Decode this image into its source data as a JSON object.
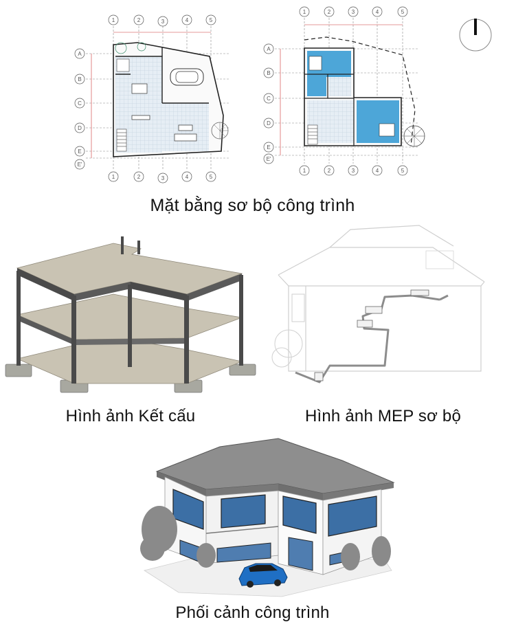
{
  "captions": {
    "floor_plan": "Mặt bằng sơ bộ công trình",
    "structure": "Hình ảnh Kết cấu",
    "mep": "Hình ảnh MEP sơ bộ",
    "perspective": "Phối cảnh công trình"
  },
  "grid": {
    "columns": [
      "1",
      "2",
      "3",
      "4",
      "5"
    ],
    "rows": [
      "A",
      "B",
      "C",
      "D",
      "E",
      "E'"
    ]
  },
  "colors": {
    "room_highlight": "#4da6d8",
    "floor_tile": "#dfe9f2",
    "roof": "#8e8e8e",
    "slab": "#c9c3b3",
    "column": "#4a4a4a",
    "car": "#1f6fc4",
    "pipe": "#9a9a9a"
  }
}
